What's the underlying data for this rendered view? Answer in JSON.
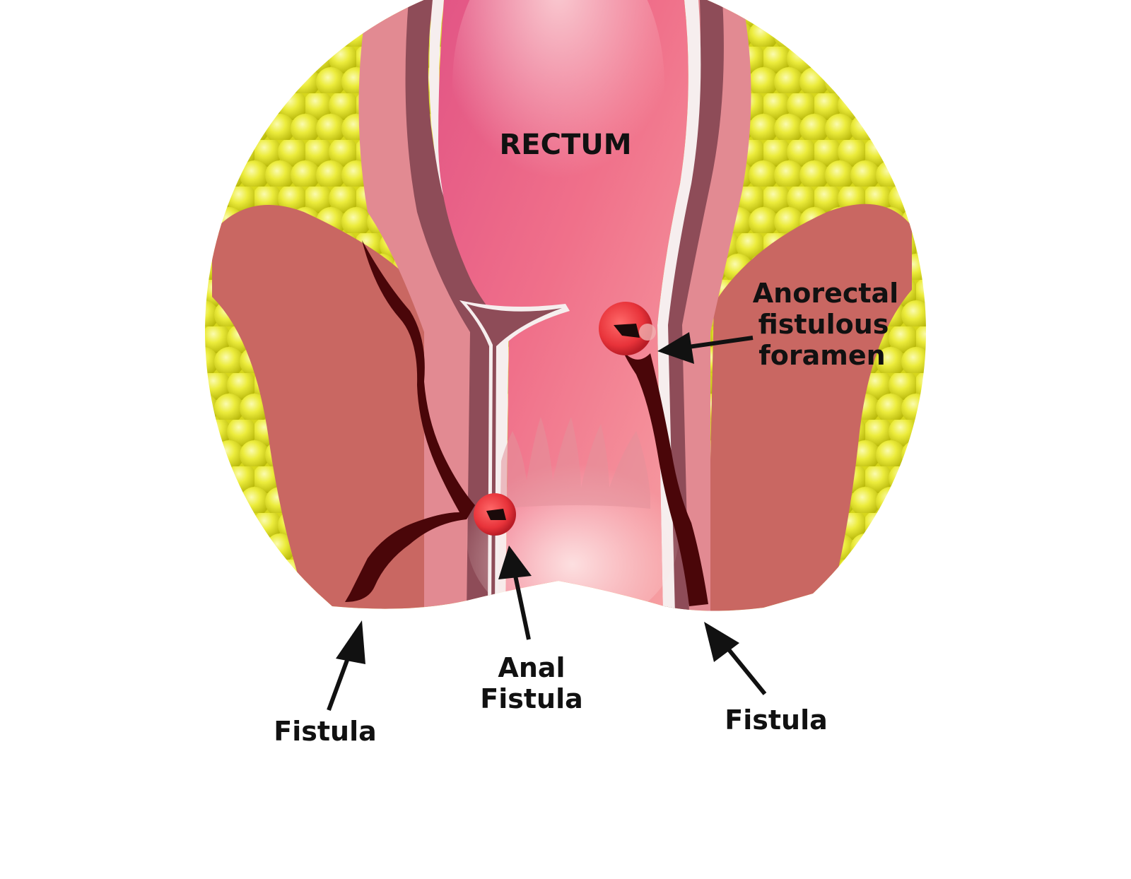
{
  "labels": {
    "rectum": "RECTUM",
    "foramen_line1": "Anorectal",
    "foramen_line2": "fistulous",
    "foramen_line3": "foramen",
    "anal_line1": "Anal",
    "anal_line2": "Fistula",
    "fistula_left": "Fistula",
    "fistula_right": "Fistula"
  },
  "colors": {
    "fat": "#e4e42a",
    "fat_highlight": "#f7f78a",
    "muscle": "#c96762",
    "wall": "#e28a92",
    "wall_dark": "#8e4c58",
    "lumen": "#e8658a",
    "lumen_light": "#f9c2c6",
    "fistula_tract": "#4a0609",
    "opening": "#e8333a",
    "arrow": "#111111"
  }
}
